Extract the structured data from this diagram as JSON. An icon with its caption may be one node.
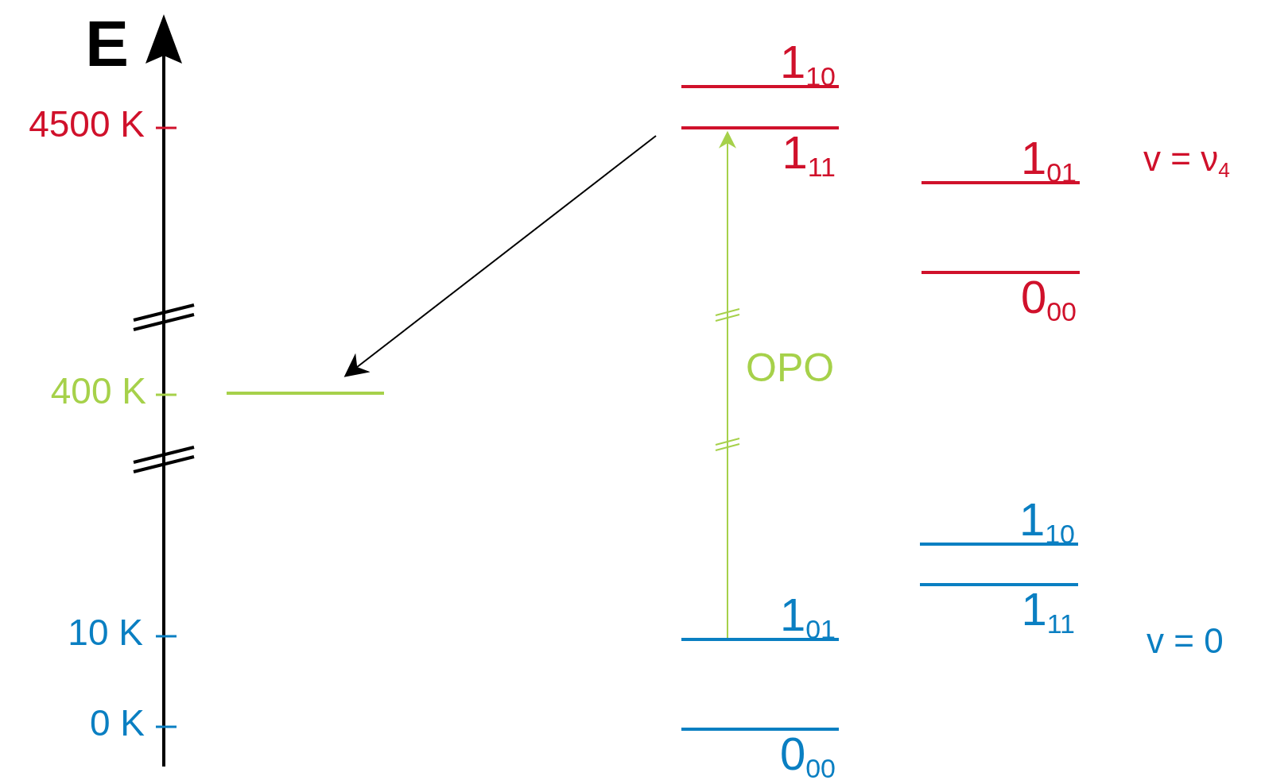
{
  "diagram": {
    "nodes": [
      {
        "text": [
          "1$_{10}$"
        ]
      },
      {
        "text": [
          "1$_{11}$"
        ]
      },
      {
        "text": [
          "1$_{01}$"
        ]
      },
      {
        "text": [
          "0$_{00}$"
        ]
      },
      {
        "text": [
          "1$_{10}$"
        ]
      },
      {
        "text": [
          "1$_{11}$"
        ]
      },
      {
        "text": [
          "1$_{01}$"
        ]
      },
      {
        "text": [
          "0$_{00}$"
        ]
      },
      {
        "text": [],
        "shape": "bar"
      }
    ],
    "edges": [
      {
        "from": 6,
        "to": 1,
        "arrow": "to",
        "label": "OPO",
        "color": "#a6d14a"
      },
      {
        "from": 1,
        "to": 8,
        "arrow": "to",
        "color": "#000000"
      }
    ],
    "labels": [
      "E",
      "4500 K",
      "400 K",
      "10 K",
      "0 K",
      "v = ν$_{4}$",
      "v = 0"
    ]
  }
}
